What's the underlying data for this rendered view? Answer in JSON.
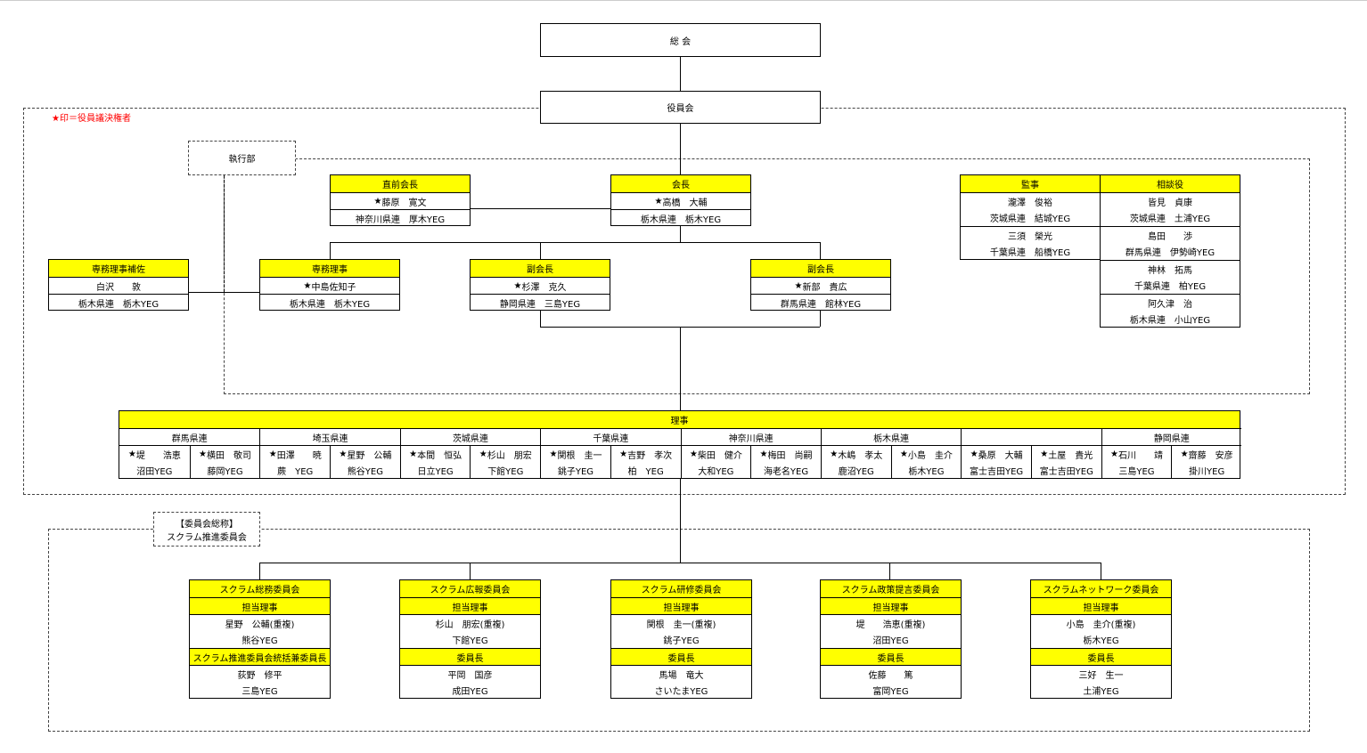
{
  "sokai": "総 会",
  "yakuinkai": "役員会",
  "note": "★印＝役員議決権者",
  "shikkobu": "執行部",
  "zenkaicho": {
    "title": "直前会長",
    "name": "藤原　寛文",
    "org": "神奈川県連　厚木YEG"
  },
  "kaicho": {
    "title": "会長",
    "name": "高橋　大輔",
    "org": "栃木県連　栃木YEG"
  },
  "kanji": {
    "title": "監事",
    "members": [
      {
        "name": "瀧澤　俊裕",
        "org": "茨城県連　結城YEG"
      },
      {
        "name": "三須　榮光",
        "org": "千葉県連　船橋YEG"
      }
    ]
  },
  "sodanyaku": {
    "title": "相談役",
    "members": [
      {
        "name": "皆見　貞康",
        "org": "茨城県連　土浦YEG"
      },
      {
        "name": "島田　　渉",
        "org": "群馬県連　伊勢崎YEG"
      },
      {
        "name": "神林　拓馬",
        "org": "千葉県連　柏YEG"
      },
      {
        "name": "阿久津　治",
        "org": "栃木県連　小山YEG"
      }
    ]
  },
  "senmu_hosa": {
    "title": "専務理事補佐",
    "name": "白沢　　敦",
    "org": "栃木県連　栃木YEG"
  },
  "senmu": {
    "title": "専務理事",
    "name": "中島佐知子",
    "org": "栃木県連　栃木YEG"
  },
  "fukukaicho1": {
    "title": "副会長",
    "name": "杉澤　克久",
    "org": "静岡県連　三島YEG"
  },
  "fukukaicho2": {
    "title": "副会長",
    "name": "新部　貴広",
    "org": "群馬県連　館林YEG"
  },
  "riji": {
    "title": "理事",
    "groups": [
      {
        "name": "群馬県連",
        "members": [
          {
            "name": "堤　　浩恵",
            "org": "沼田YEG"
          },
          {
            "name": "横田　敬司",
            "org": "藤岡YEG"
          }
        ]
      },
      {
        "name": "埼玉県連",
        "members": [
          {
            "name": "田澤　　暁",
            "org": "蕨　YEG"
          },
          {
            "name": "星野　公輔",
            "org": "熊谷YEG"
          }
        ]
      },
      {
        "name": "茨城県連",
        "members": [
          {
            "name": "本間　恒弘",
            "org": "日立YEG"
          },
          {
            "name": "杉山　朋宏",
            "org": "下館YEG"
          }
        ]
      },
      {
        "name": "千葉県連",
        "members": [
          {
            "name": "関根　圭一",
            "org": "銚子YEG"
          },
          {
            "name": "吉野　孝次",
            "org": "柏　YEG"
          }
        ]
      },
      {
        "name": "神奈川県連",
        "members": [
          {
            "name": "柴田　健介",
            "org": "大和YEG"
          },
          {
            "name": "梅田　尚嗣",
            "org": "海老名YEG"
          }
        ]
      },
      {
        "name": "栃木県連",
        "members": [
          {
            "name": "木嶋　孝太",
            "org": "鹿沼YEG"
          },
          {
            "name": "小島　圭介",
            "org": "栃木YEG"
          }
        ]
      },
      {
        "name": "",
        "members": [
          {
            "name": "桑原　大輔",
            "org": "富士吉田YEG"
          },
          {
            "name": "土屋　貴光",
            "org": "富士吉田YEG"
          }
        ]
      },
      {
        "name": "静岡県連",
        "members": [
          {
            "name": "石川　　靖",
            "org": "三島YEG"
          },
          {
            "name": "齋藤　安彦",
            "org": "掛川YEG"
          }
        ]
      }
    ]
  },
  "committee_label": {
    "line1": "【委員会総称】",
    "line2": "スクラム推進委員会"
  },
  "committees": [
    {
      "title": "スクラム総務委員会",
      "r_label": "担当理事",
      "r_name": "星野　公輔(重複)",
      "r_org": "熊谷YEG",
      "c_label": "スクラム推進委員会統括兼委員長",
      "c_name": "荻野　修平",
      "c_org": "三島YEG"
    },
    {
      "title": "スクラム広報委員会",
      "r_label": "担当理事",
      "r_name": "杉山　朋宏(重複)",
      "r_org": "下館YEG",
      "c_label": "委員長",
      "c_name": "平岡　国彦",
      "c_org": "成田YEG"
    },
    {
      "title": "スクラム研修委員会",
      "r_label": "担当理事",
      "r_name": "関根　圭一(重複)",
      "r_org": "銚子YEG",
      "c_label": "委員長",
      "c_name": "馬場　竜大",
      "c_org": "さいたまYEG"
    },
    {
      "title": "スクラム政策提言委員会",
      "r_label": "担当理事",
      "r_name": "堤　　浩恵(重複)",
      "r_org": "沼田YEG",
      "c_label": "委員長",
      "c_name": "佐藤　　篤",
      "c_org": "富岡YEG"
    },
    {
      "title": "スクラムネットワーク委員会",
      "r_label": "担当理事",
      "r_name": "小島　圭介(重複)",
      "r_org": "栃木YEG",
      "c_label": "委員長",
      "c_name": "三好　生一",
      "c_org": "土浦YEG"
    }
  ],
  "colors": {
    "highlight": "#ffff00",
    "note": "#ff0000",
    "line": "#000000",
    "dashed": "#444444"
  }
}
